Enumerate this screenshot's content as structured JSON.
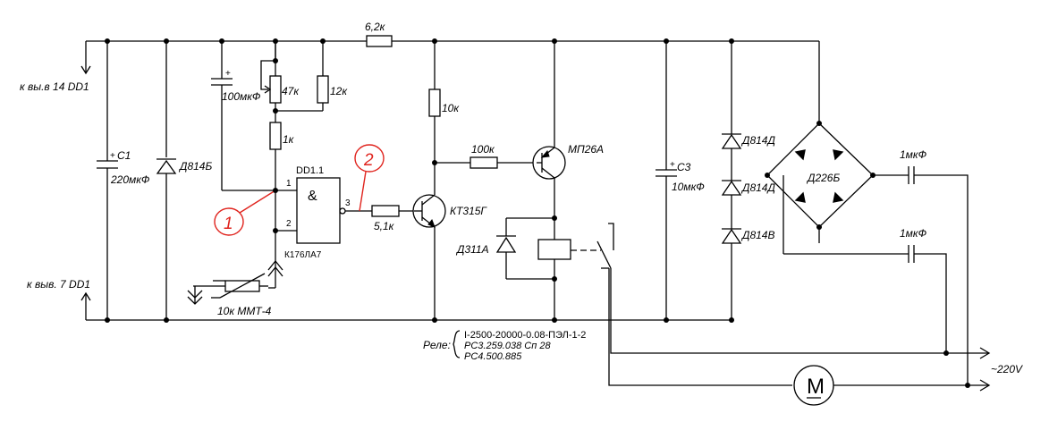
{
  "labels": {
    "input_top": "к вы.в 14 DD1",
    "input_bottom": "к выв. 7 DD1",
    "c1_name": "C1",
    "c1_value": "220мкФ",
    "zener_d814b": "Д814Б",
    "c_100": "100мкФ",
    "pot_47k": "47к",
    "r_12k": "12к",
    "r_1k": "1к",
    "r_top": "6,2к",
    "r_10k": "10к",
    "r_100k": "100к",
    "r_51k": "5,1к",
    "r_therm": "10к ММТ-4",
    "dd_name": "DD1.1",
    "dd_sym": "&",
    "dd_type": "К176ЛА7",
    "pin1": "1",
    "pin2": "2",
    "pin3": "3",
    "t_kt315": "КТ315Г",
    "t_mp26": "МП26А",
    "d311": "Д311А",
    "c3_name": "C3",
    "c3_value": "10мкФ",
    "z1": "Д814Д",
    "z2": "Д814Д",
    "z3": "Д814В",
    "bridge": "Д226Б",
    "cap_top": "1мкФ",
    "cap_bot": "1мкФ",
    "mains": "~220V",
    "motor": "M",
    "relay_title": "Реле:",
    "relay_line1": "I-2500-20000-0.08-ПЭЛ-1-2",
    "relay_line2": "РС3.259.038 Сп 28",
    "relay_line3": "РС4.500.885",
    "marker1": "1",
    "marker2": "2",
    "plus_c1": "+",
    "plus_c100": "+",
    "plus_c3": "+"
  }
}
